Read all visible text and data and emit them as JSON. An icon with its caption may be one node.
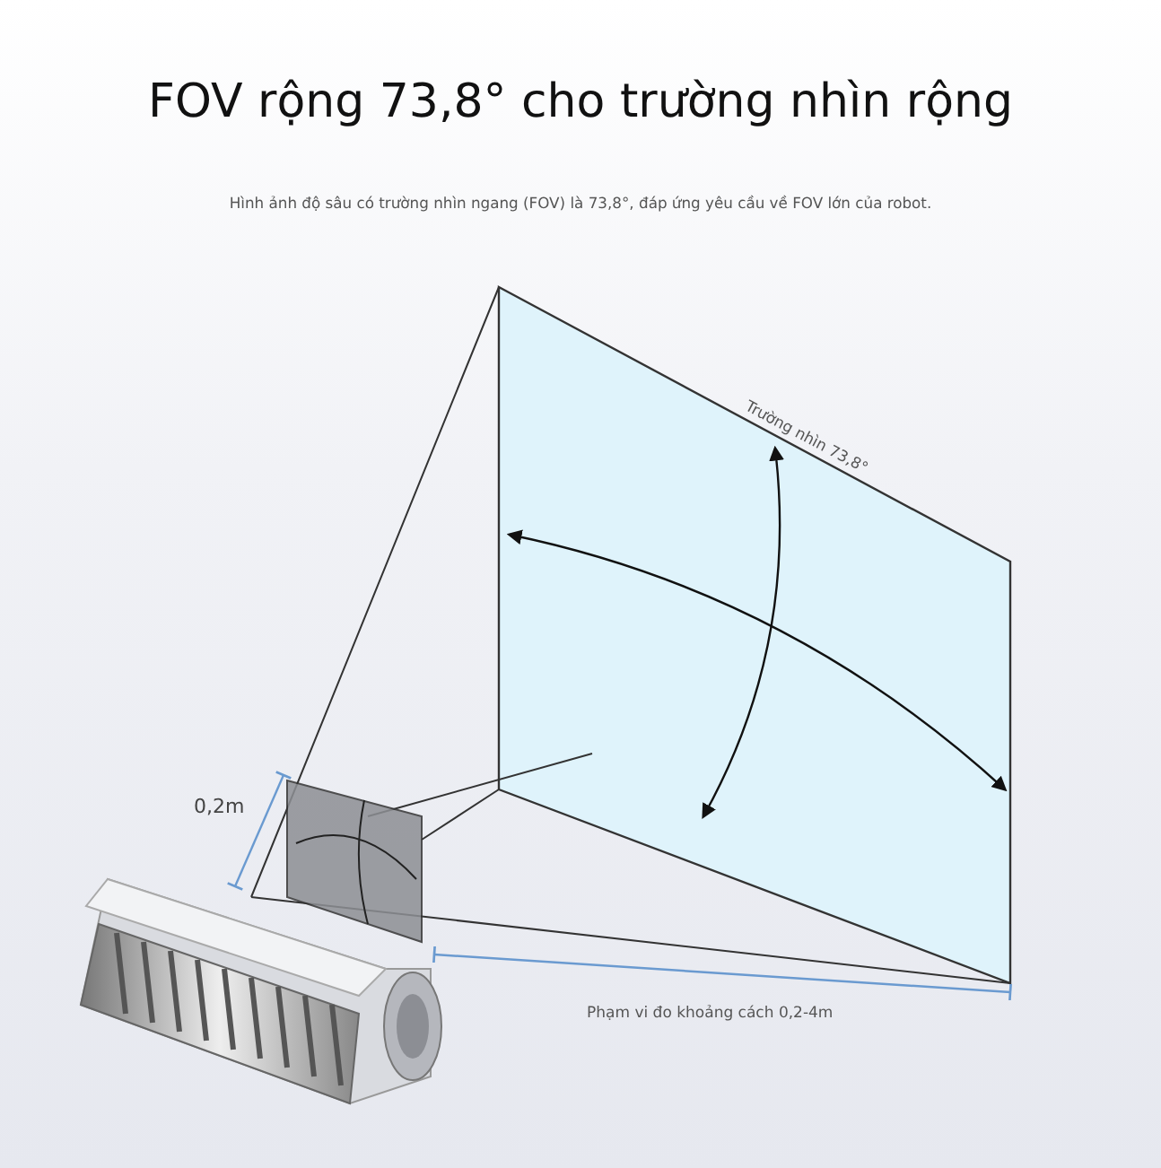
{
  "diagram": {
    "title": "FOV rộng 73,8° cho trường nhìn rộng",
    "caption": "Hình ảnh độ sâu có trường nhìn ngang (FOV) là 73,8°, đáp ứng yêu cầu về FOV lớn của robot.",
    "labels": [
      "Trường nhìn 73,8°",
      "0,2m",
      "Phạm vi đo khoảng cách 0,2-4m"
    ]
  }
}
